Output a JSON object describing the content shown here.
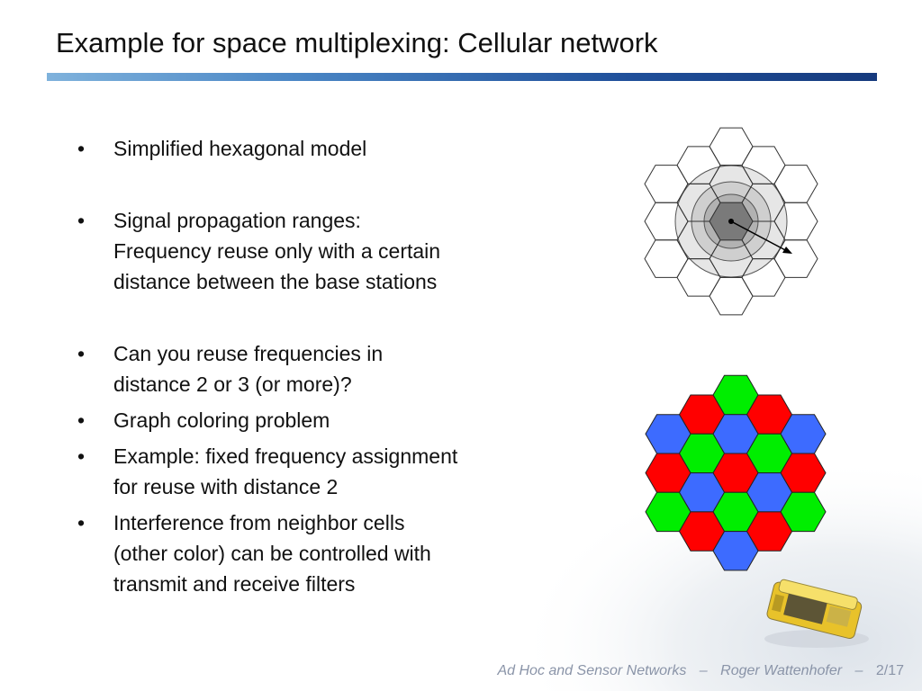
{
  "slide": {
    "title": "Example for space multiplexing: Cellular network"
  },
  "bullets": [
    {
      "lines": [
        "Simplified hexagonal model"
      ]
    },
    {
      "lines": [
        "Signal propagation ranges:",
        "Frequency reuse only with a certain",
        "distance between the base stations"
      ]
    },
    {
      "lines": [
        "Can you reuse frequencies in",
        "distance 2 or 3 (or more)?"
      ]
    },
    {
      "lines": [
        "Graph coloring problem"
      ]
    },
    {
      "lines": [
        "Example: fixed frequency assignment",
        "for reuse with distance 2"
      ]
    },
    {
      "lines": [
        "Interference from neighbor cells",
        "(other color) can be controlled with",
        "transmit and receive filters"
      ]
    }
  ],
  "bullet_symbol": "•",
  "colors": {
    "accent_bar_start": "#7fb2dc",
    "accent_bar_end": "#163a7d",
    "freq_red": "#ff0000",
    "freq_green": "#00ee00",
    "freq_blue": "#3d6bff",
    "range_outer": "#e6e6e6",
    "range_mid": "#cfcfcf",
    "range_inner": "#b2b2b2",
    "cell_center": "#7a7a7a"
  },
  "coloring_pattern": [
    [
      "green"
    ],
    [
      "red",
      "red"
    ],
    [
      "blue",
      "blue",
      "blue"
    ],
    [
      "green",
      "green"
    ],
    [
      "red",
      "red",
      "red"
    ],
    [
      "blue",
      "blue"
    ],
    [
      "green",
      "green",
      "green"
    ],
    [
      "red",
      "red"
    ],
    [
      "blue"
    ]
  ],
  "footer": {
    "course": "Ad Hoc and Sensor Networks",
    "separator": "–",
    "author": "Roger Wattenhofer",
    "page": "2/17"
  }
}
